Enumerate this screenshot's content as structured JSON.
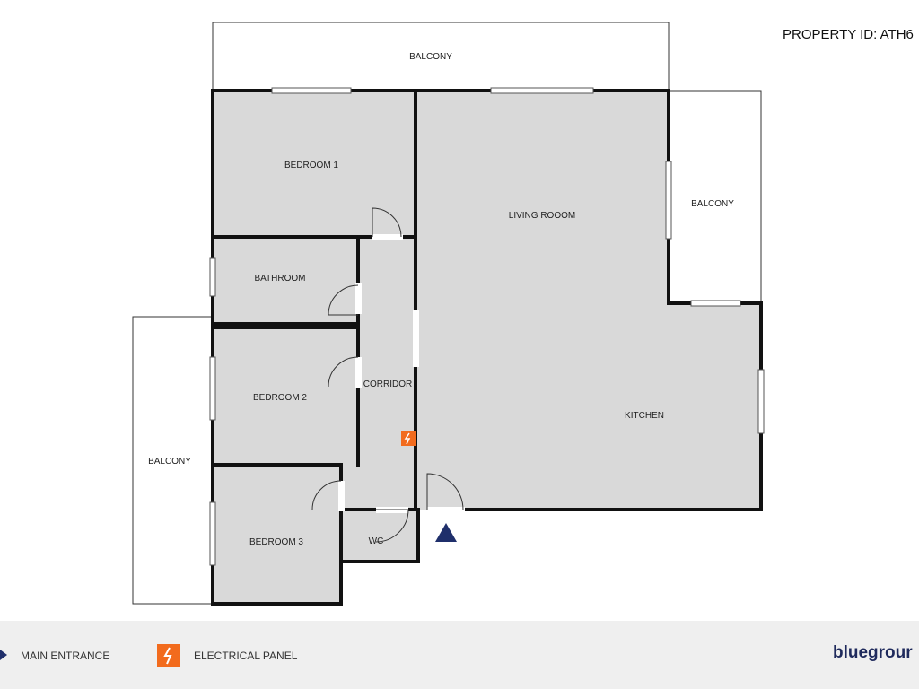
{
  "header": {
    "property_id": "PROPERTY ID: ATH6"
  },
  "rooms": {
    "balcony_top": "BALCONY",
    "balcony_right": "BALCONY",
    "balcony_left": "BALCONY",
    "bedroom1": "BEDROOM 1",
    "living_room": "LIVING ROOOM",
    "bathroom": "BATHROOM",
    "corridor": "CORRIDOR",
    "bedroom2": "BEDROOM 2",
    "kitchen": "KITCHEN",
    "bedroom3": "BEDROOM 3",
    "wc": "WC"
  },
  "legend": {
    "main_entrance": "MAIN ENTRANCE",
    "electrical_panel": "ELECTRICAL PANEL"
  },
  "brand": "bluegrour",
  "colors": {
    "room_fill": "#d9d9d9",
    "wall": "#111111",
    "entrance": "#1f2f6b",
    "electrical": "#f26b1d",
    "footer": "#efefef"
  }
}
